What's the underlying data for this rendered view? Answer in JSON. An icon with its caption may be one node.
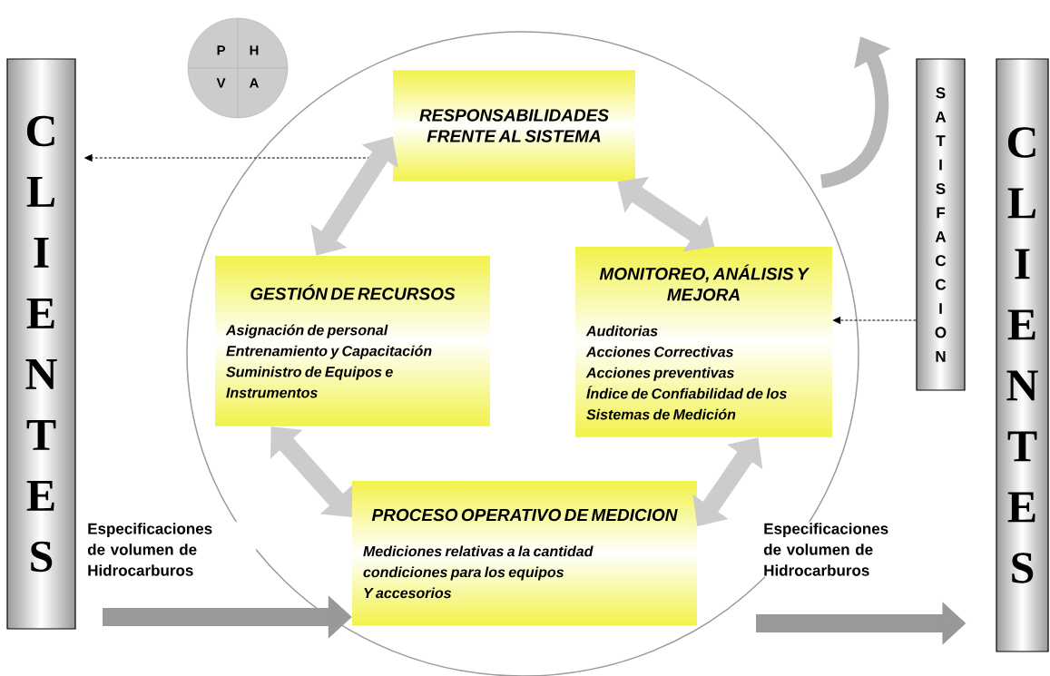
{
  "diagram": {
    "nodes": [
      {
        "text": [
          "P",
          "H",
          "V",
          "A"
        ]
      },
      {
        "text": [
          "CLIENTES"
        ]
      },
      {
        "text": [],
        "shape": "circle"
      },
      {
        "text": [
          "RESPONSABILIDADES FRENTE AL SISTEMA"
        ],
        "in": 2
      },
      {
        "text": [
          "GESTIÓN DE RECURSOS",
          "Asignación de personal",
          "Entrenamiento y Capacitación",
          "Suministro de Equipos e Instrumentos"
        ],
        "in": 2
      },
      {
        "text": [
          "MONITOREO, ANÁLISIS Y MEJORA",
          "Auditorias",
          "Acciones Correctivas",
          "Acciones preventivas",
          "Índice de Confiabilidad de los Sistemas de Medición"
        ],
        "in": 2
      },
      {
        "text": [
          "PROCESO OPERATIVO DE MEDICION",
          "Mediciones relativas a la cantidad",
          "condiciones para los equipos",
          "Y accesorios"
        ],
        "in": 2
      },
      {
        "text": [
          "SATISFACCION"
        ]
      },
      {
        "text": [
          "CLIENTES"
        ]
      }
    ],
    "edges": [
      {
        "from": 3,
        "to": 1,
        "arrow": "to",
        "style": "dashed",
        "color": "#000000"
      },
      {
        "from": 7,
        "to": 5,
        "arrow": "to",
        "style": "dashed",
        "color": "#000000"
      },
      {
        "from": null,
        "to": 6,
        "arrow": "to",
        "label": "Especificaciones de volumen de Hidrocarburos",
        "color": "#999999"
      },
      {
        "from": null,
        "to": 8,
        "arrow": "to",
        "label": "Especificaciones de volumen de Hidrocarburos",
        "color": "#999999"
      },
      {
        "from": 3,
        "to": 4,
        "arrow": "both",
        "color": "#cccccc"
      },
      {
        "from": 3,
        "to": 5,
        "arrow": "both",
        "color": "#cccccc"
      },
      {
        "from": 4,
        "to": 6,
        "arrow": "both",
        "color": "#cccccc"
      },
      {
        "from": 6,
        "to": 5,
        "arrow": "both",
        "color": "#cccccc"
      }
    ]
  }
}
